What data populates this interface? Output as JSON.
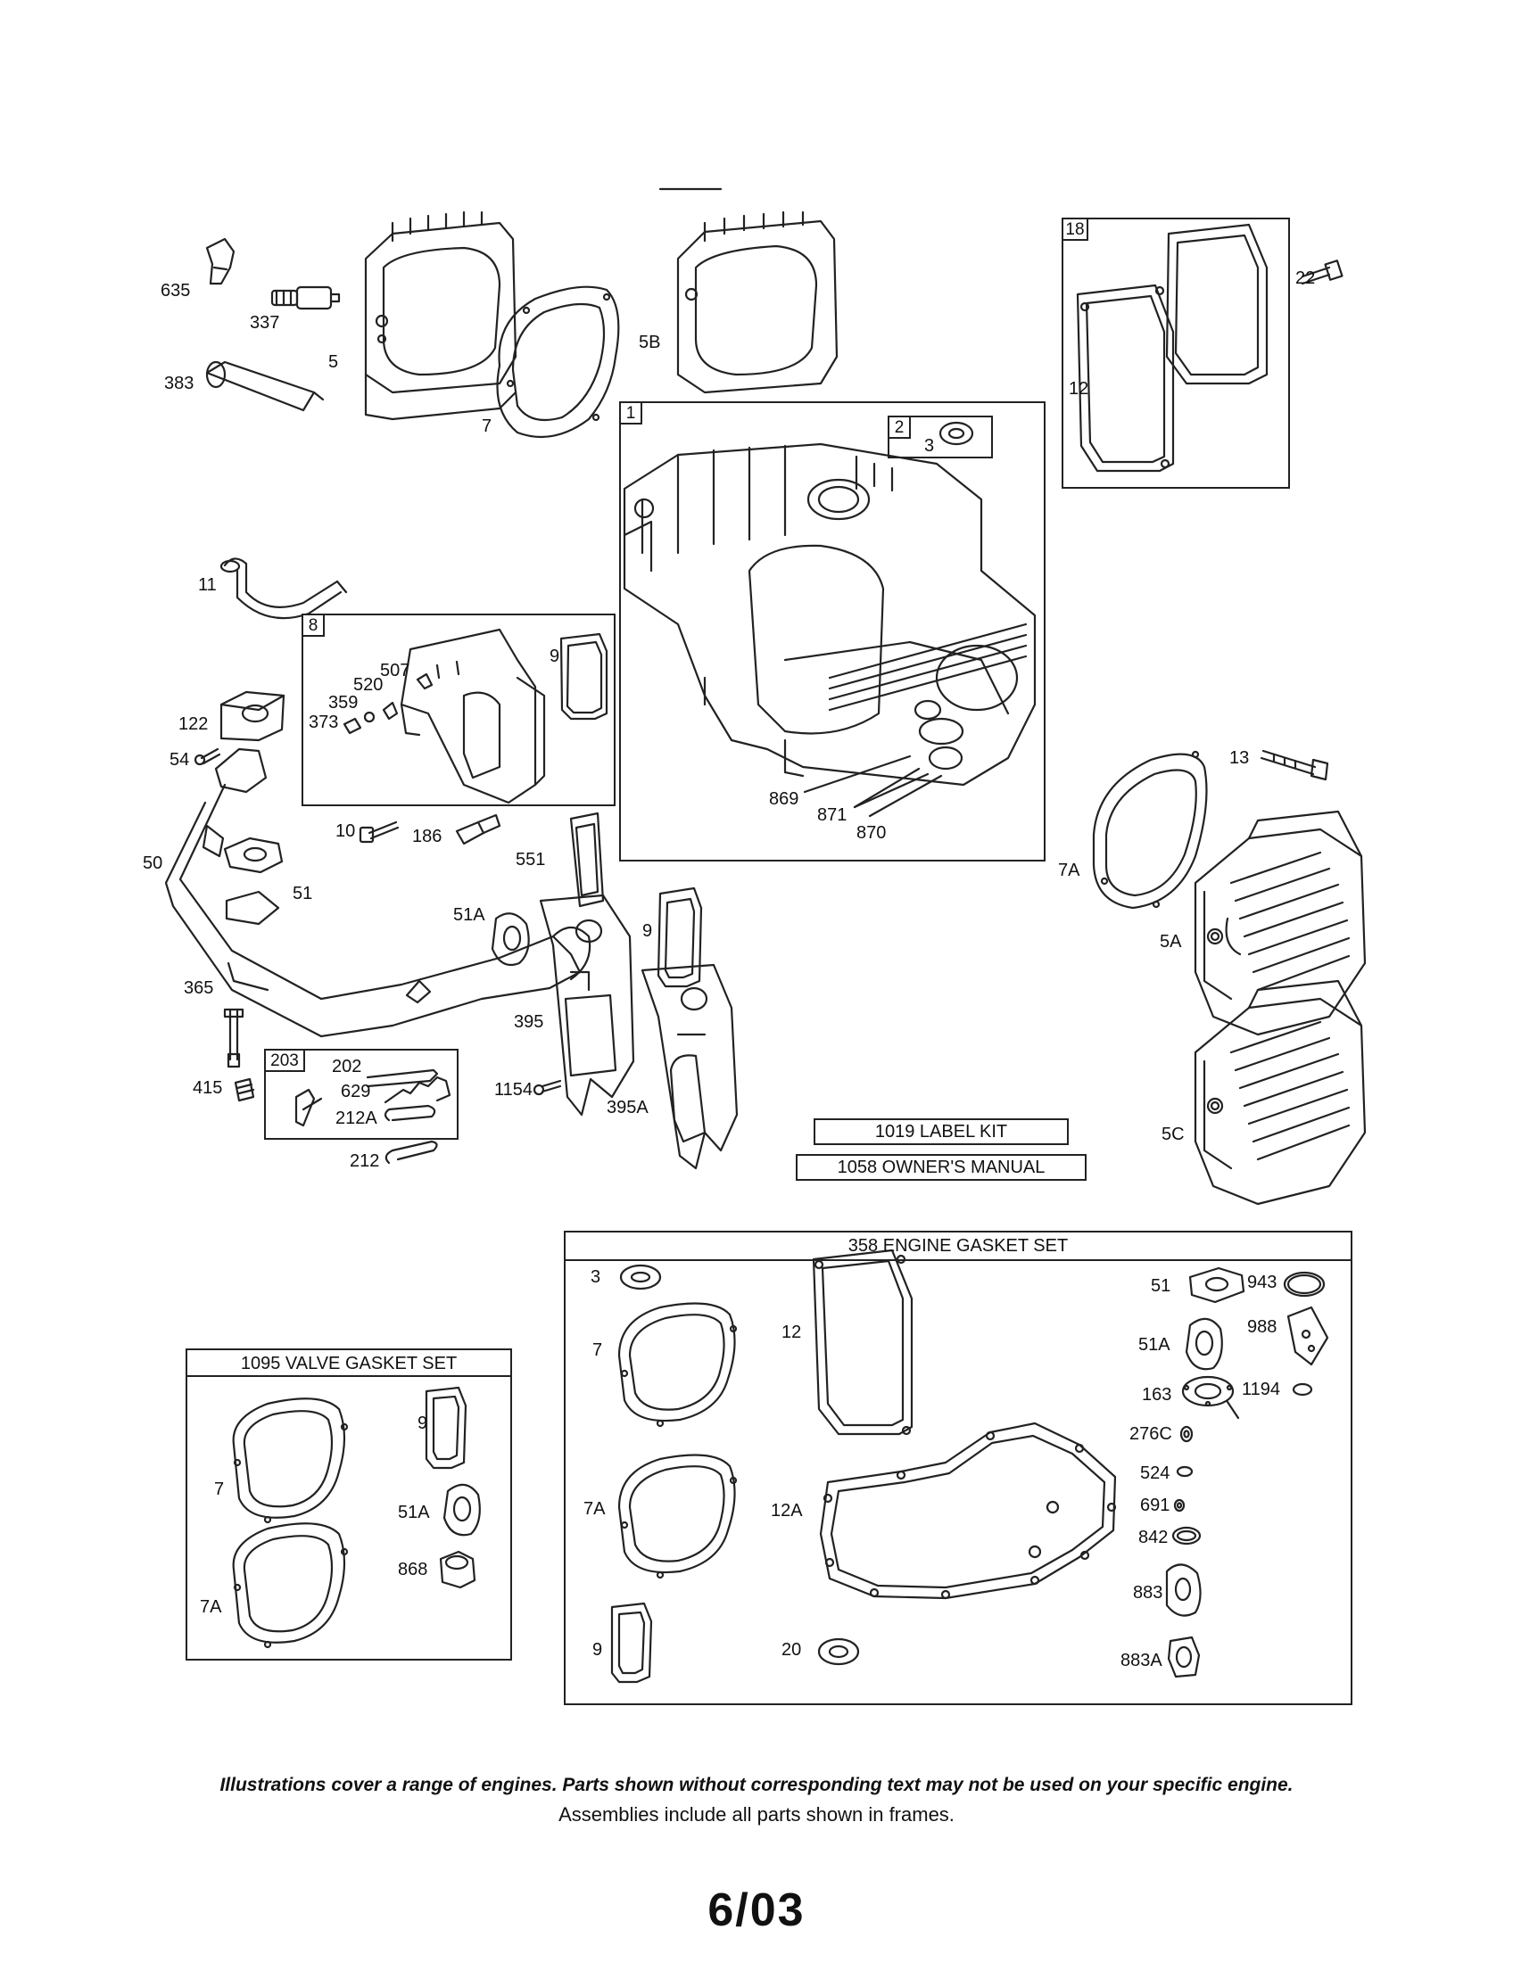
{
  "callouts": {
    "c635": "635",
    "c337": "337",
    "c5": "5",
    "c383": "383",
    "c7": "7",
    "c5B": "5B",
    "c22": "22",
    "c12": "12",
    "c3": "3",
    "c11": "11",
    "c9a": "9",
    "c507": "507",
    "c520": "520",
    "c359": "359",
    "c373": "373",
    "c122": "122",
    "c54": "54",
    "c869": "869",
    "c871": "871",
    "c870": "870",
    "c13": "13",
    "c10": "10",
    "c186": "186",
    "c551": "551",
    "c50": "50",
    "c51": "51",
    "c51A": "51A",
    "c9b": "9",
    "c7A": "7A",
    "c5A": "5A",
    "c365": "365",
    "c395": "395",
    "c415": "415",
    "c202": "202",
    "c629": "629",
    "c212A": "212A",
    "c1154": "1154",
    "c395A": "395A",
    "c212": "212",
    "c5C": "5C"
  },
  "frames": {
    "f18": "18",
    "f1": "1",
    "f2": "2",
    "f8": "8",
    "f203": "203"
  },
  "kits": {
    "label_kit": "1019 LABEL KIT",
    "owners_manual": "1058 OWNER'S MANUAL"
  },
  "valve_set": {
    "title": "1095 VALVE GASKET SET",
    "items": {
      "v9": "9",
      "v7": "7",
      "v51A": "51A",
      "v868": "868",
      "v7A": "7A"
    }
  },
  "engine_set": {
    "title": "358 ENGINE GASKET SET",
    "items": {
      "e3": "3",
      "e7": "7",
      "e12": "12",
      "e7A": "7A",
      "e12A": "12A",
      "e9": "9",
      "e20": "20",
      "e51": "51",
      "e943": "943",
      "e51A": "51A",
      "e988": "988",
      "e163": "163",
      "e1194": "1194",
      "e276C": "276C",
      "e524": "524",
      "e691": "691",
      "e842": "842",
      "e883": "883",
      "e883A": "883A"
    }
  },
  "footer": {
    "note_italic": "Illustrations cover a range of engines. Parts shown without corresponding text may not be used on your specific engine.",
    "note_plain": "Assemblies include all parts shown in frames.",
    "date": "6/03"
  }
}
